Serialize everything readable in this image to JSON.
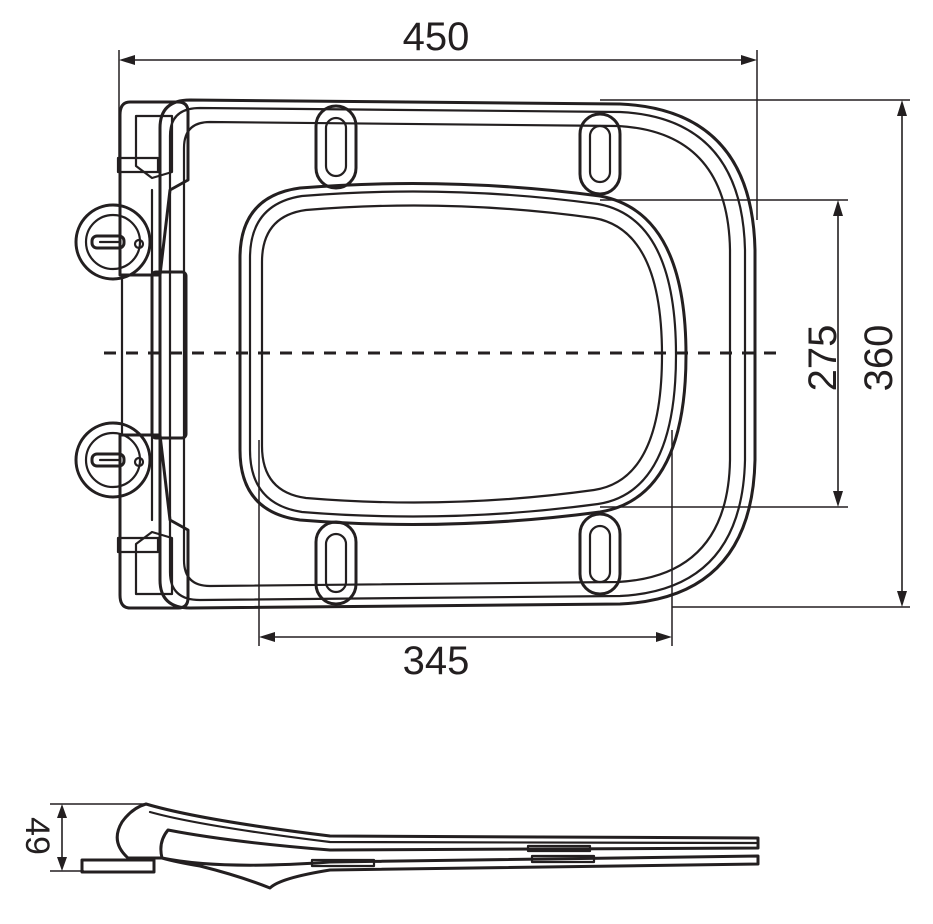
{
  "dimensions": {
    "overall_length": "450",
    "overall_width": "360",
    "opening_width": "275",
    "opening_length": "345",
    "profile_height": "49"
  },
  "colors": {
    "line": "#231f20",
    "background": "#ffffff"
  }
}
